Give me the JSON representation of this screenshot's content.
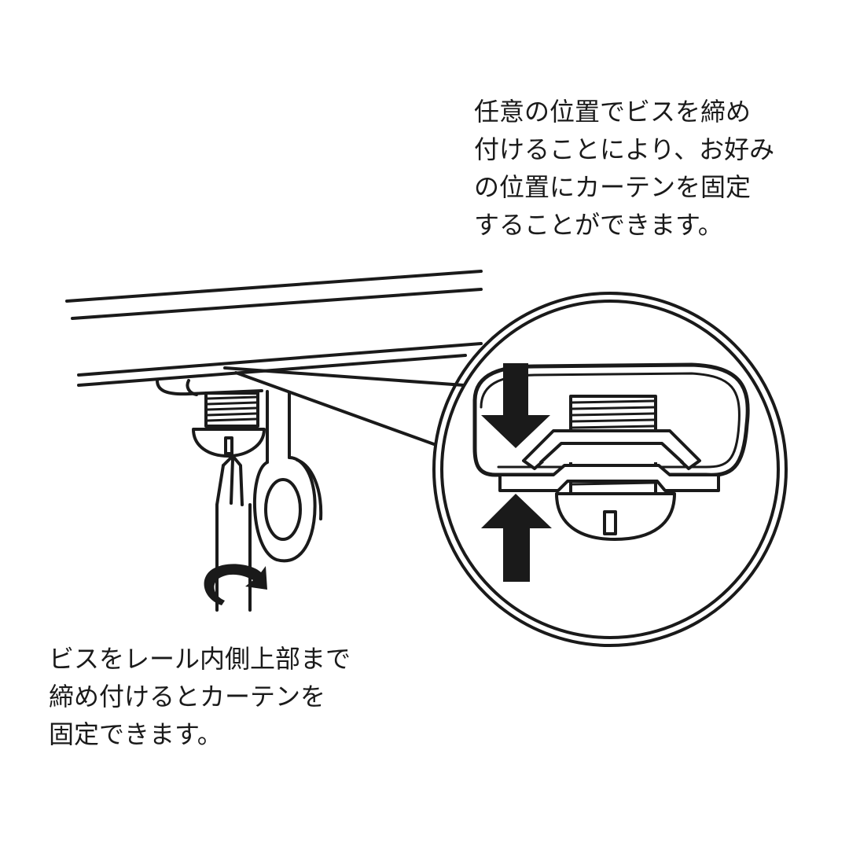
{
  "captions": {
    "top": {
      "lines": [
        "任意の位置でビスを締め",
        "付けることにより、お好み",
        "の位置にカーテンを固定",
        "することができます。"
      ]
    },
    "bottom": {
      "lines": [
        "ビスをレール内側上部まで",
        "締め付けるとカーテンを",
        "固定できます。"
      ]
    }
  },
  "colors": {
    "line": "#1a1a1a",
    "background": "#ffffff"
  },
  "icons": {
    "rotation": "clockwise-rotation-arrow-icon",
    "down": "arrow-down-icon",
    "up": "arrow-up-icon"
  }
}
